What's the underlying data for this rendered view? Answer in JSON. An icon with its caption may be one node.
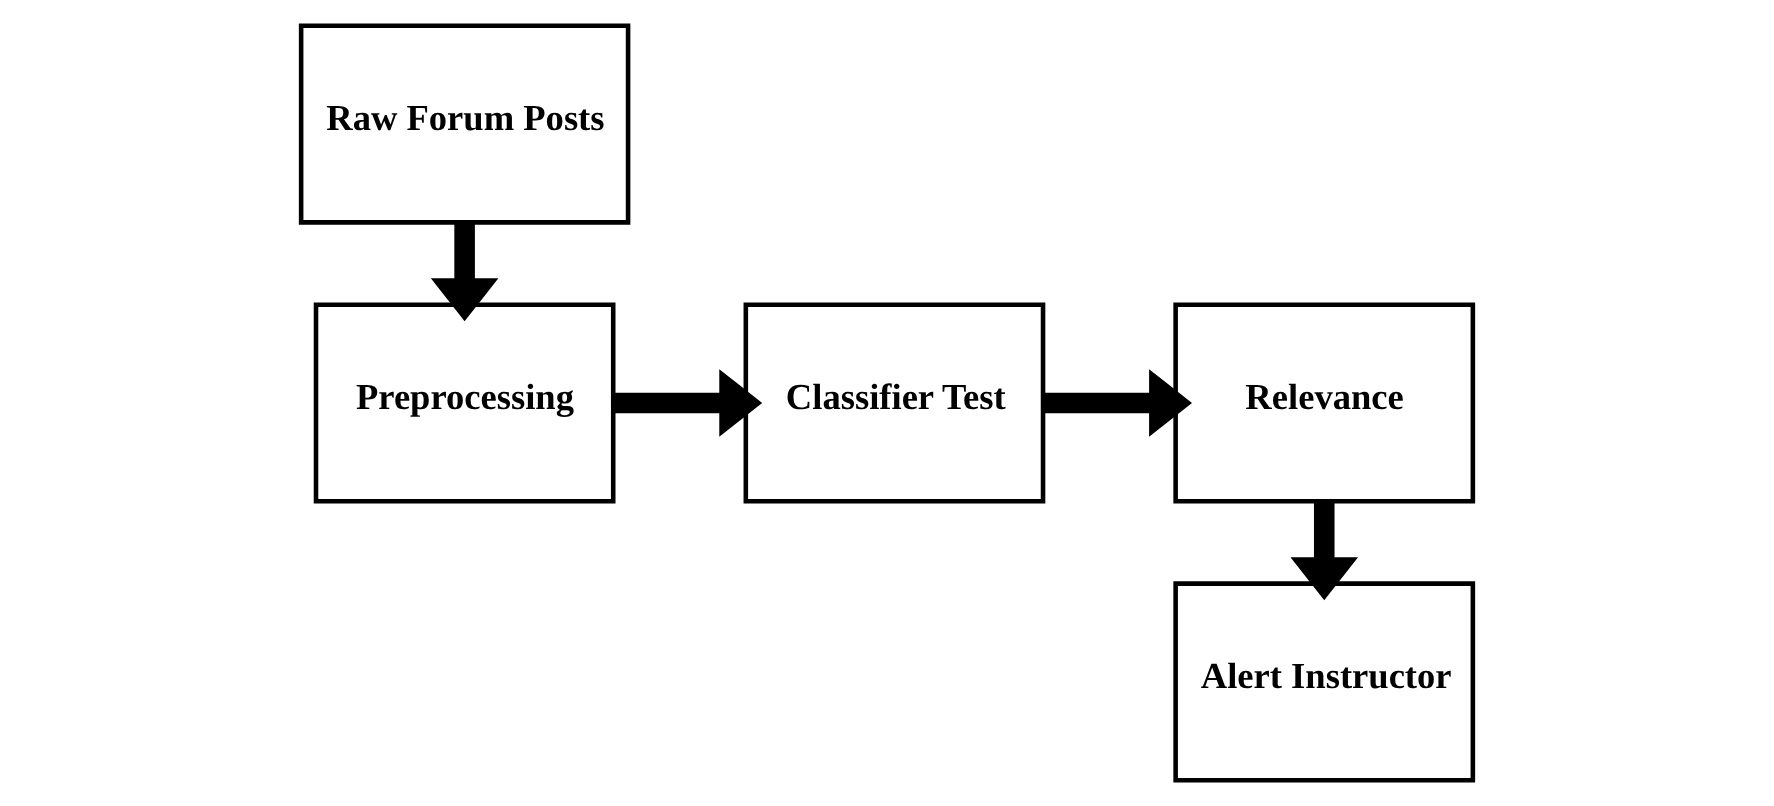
{
  "diagram": {
    "nodes": [
      {
        "text": [
          "Raw Forum Posts"
        ]
      },
      {
        "text": [
          "Preprocessing"
        ]
      },
      {
        "text": [
          "Classifier Test"
        ]
      },
      {
        "text": [
          "Relevance"
        ]
      },
      {
        "text": [
          "Alert Instructor"
        ]
      }
    ],
    "edges": [
      {
        "from": 0,
        "to": 1,
        "arrow": "to"
      },
      {
        "from": 1,
        "to": 2,
        "arrow": "to"
      },
      {
        "from": 2,
        "to": 3,
        "arrow": "to"
      },
      {
        "from": 3,
        "to": 4,
        "arrow": "to"
      }
    ]
  }
}
